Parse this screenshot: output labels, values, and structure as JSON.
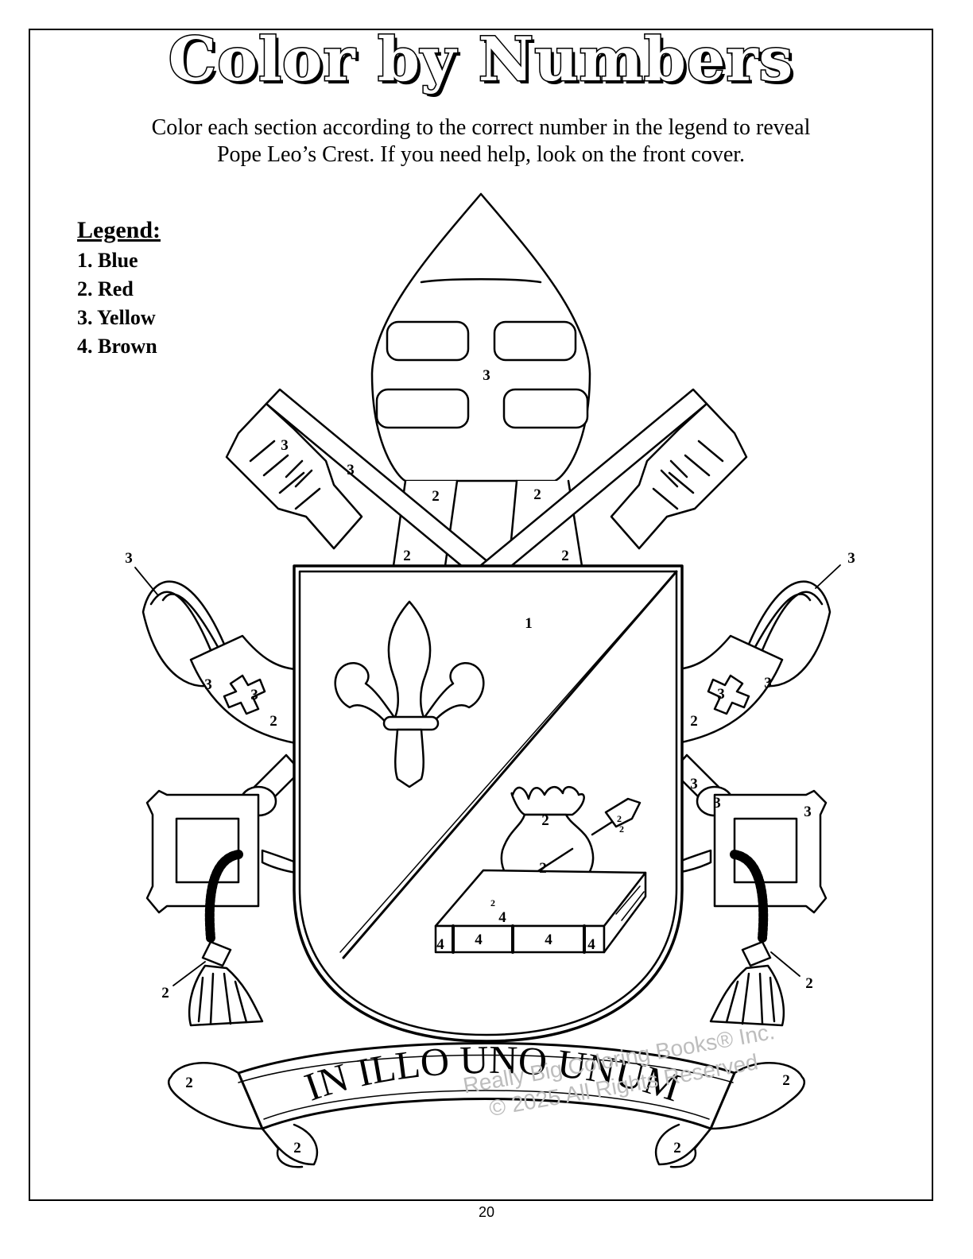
{
  "page": {
    "title": "Color by Numbers",
    "instructions_line1": "Color each section according to the correct number in the legend to reveal",
    "instructions_line2": "Pope Leo’s Crest. If you need help, look on the front cover.",
    "page_number": "20"
  },
  "legend": {
    "title": "Legend:",
    "items": [
      "1. Blue",
      "2. Red",
      "3. Yellow",
      "4. Brown"
    ]
  },
  "crest": {
    "motto": "IN ILLO UNO UNUM",
    "numbers": {
      "one": "1",
      "two": "2",
      "three": "3",
      "four": "4"
    }
  },
  "watermark": {
    "line1": "Really Big Coloring Books® Inc.",
    "line2": "© 2025 All Rights Reserved"
  }
}
